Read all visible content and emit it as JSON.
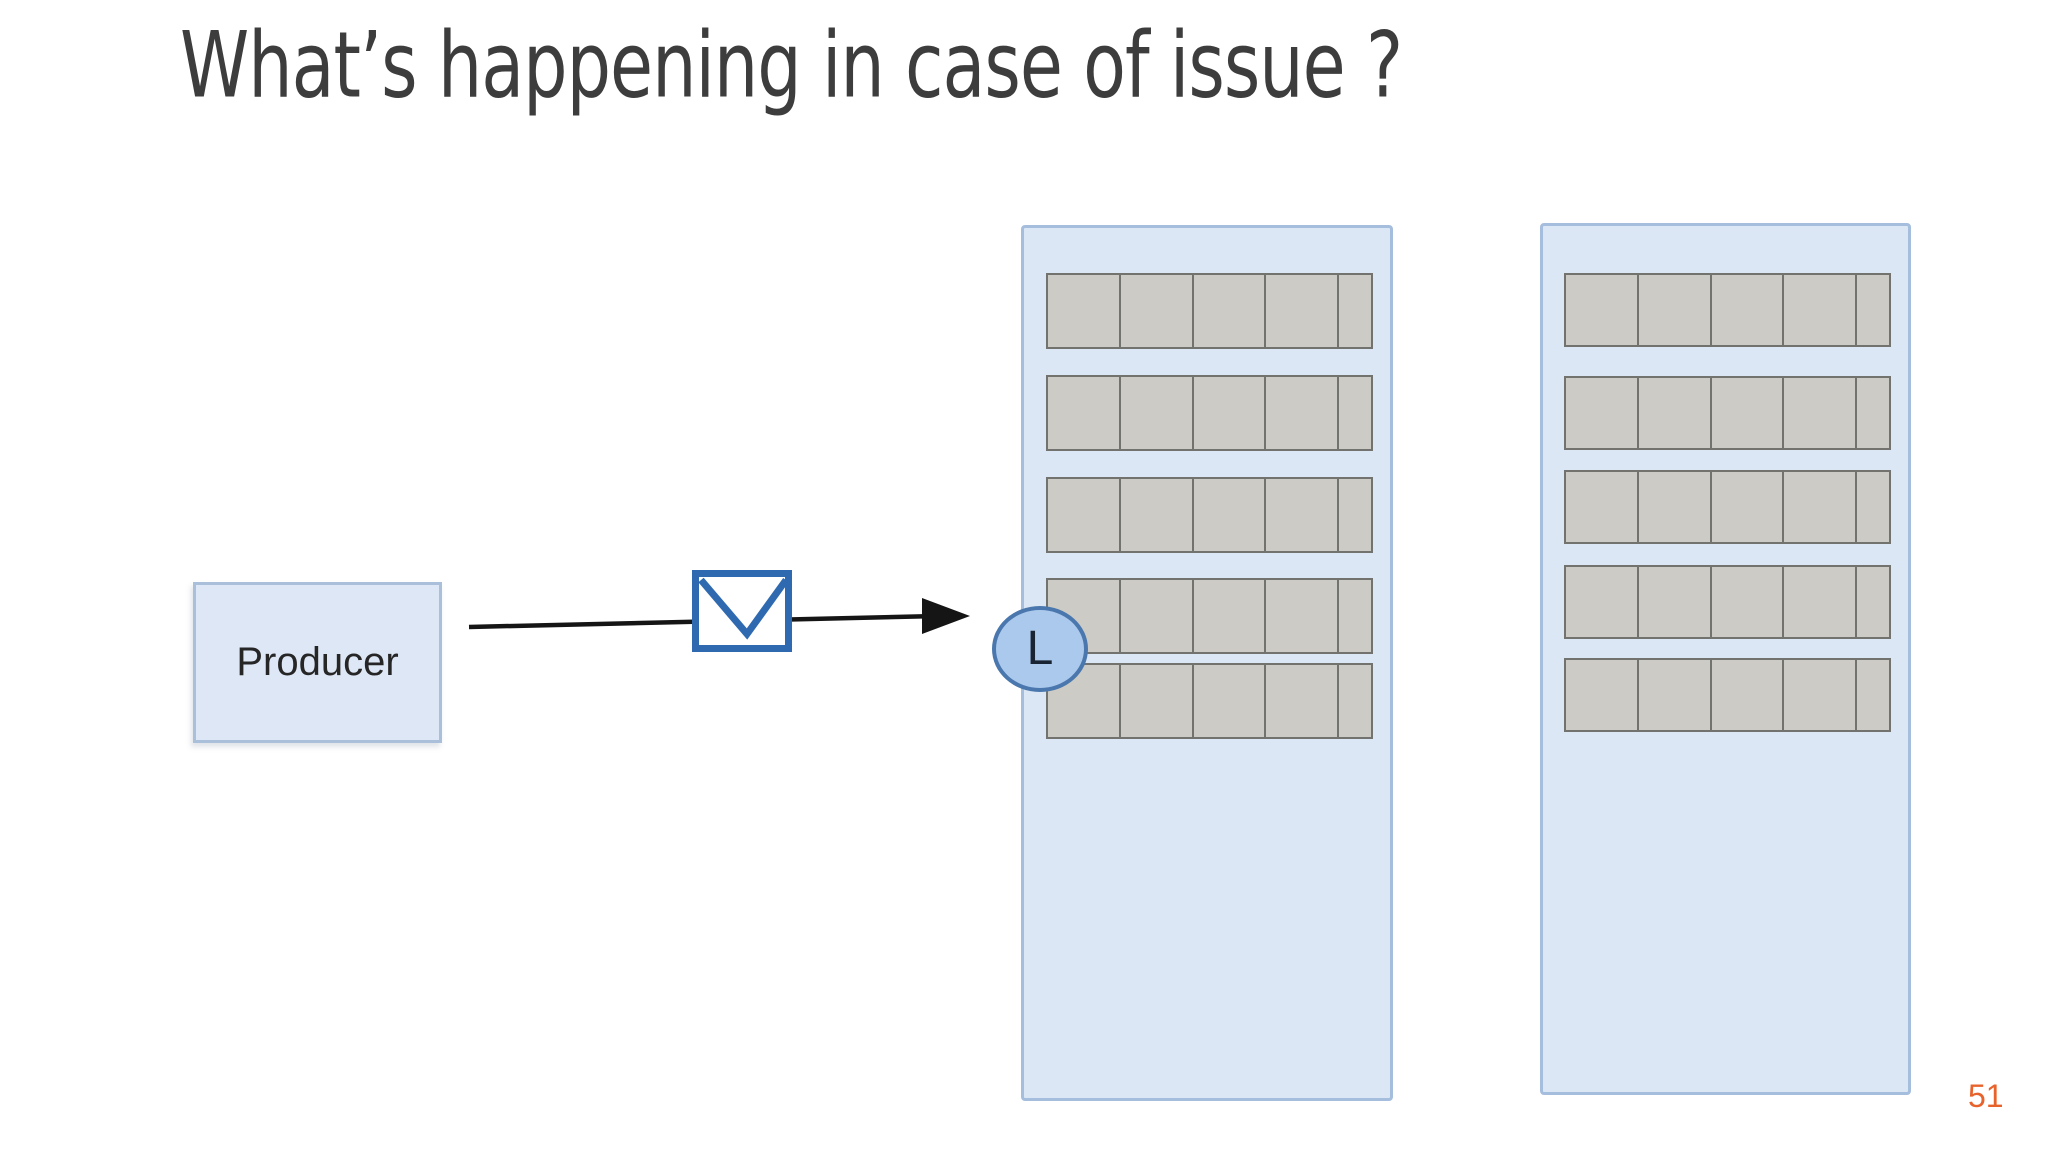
{
  "slide": {
    "title": "What’s happening in case of issue ?",
    "page_number": "51"
  },
  "producer": {
    "label": "Producer"
  },
  "flow": {
    "message_icon": "envelope-icon",
    "arrow_icon": "arrow-right-icon"
  },
  "leader": {
    "label": "L"
  },
  "brokers": [
    {
      "id": "broker-1",
      "partition_rows": 5,
      "segment_widths": [
        1,
        1,
        1,
        1,
        0.45
      ]
    },
    {
      "id": "broker-2",
      "partition_rows": 5,
      "segment_widths": [
        1,
        1,
        1,
        1,
        0.45
      ]
    }
  ],
  "colors": {
    "background": "#ffffff",
    "title_text": "#3d3d3d",
    "producer_fill": "#dde7f5",
    "producer_border": "#a9bfda",
    "producer_text": "#262626",
    "broker_fill": "#dbe7f5",
    "broker_border": "#a6bedd",
    "segment_fill": "#cccbc5",
    "segment_border": "#72736f",
    "envelope_stroke": "#2f6ab0",
    "envelope_fill": "#ffffff",
    "leader_fill": "#abc9ec",
    "leader_border": "#4a77ad",
    "leader_text": "#182433",
    "arrow": "#151515",
    "page_number": "#e8632c"
  }
}
